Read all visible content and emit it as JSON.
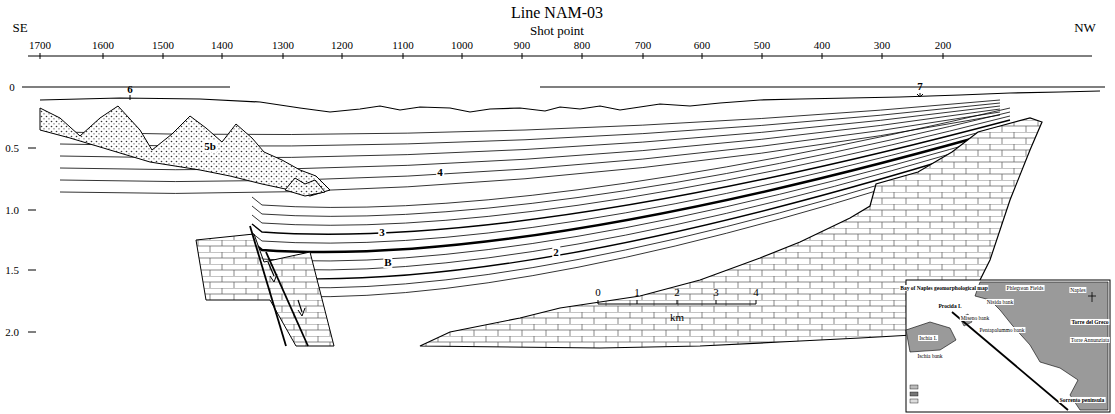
{
  "diagram": {
    "title": "Line NAM-03",
    "labels": [
      "SE",
      "Shot point",
      "NW",
      "1700",
      "1600",
      "1500",
      "1400",
      "1300",
      "1200",
      "1100",
      "1000",
      "900",
      "800",
      "700",
      "600",
      "500",
      "400",
      "300",
      "200",
      "0",
      "0.5",
      "1.0",
      "1.5",
      "2.0",
      "6",
      "7",
      "5b",
      "4",
      "3",
      "B",
      "2",
      "0",
      "1",
      "2",
      "3",
      "4",
      "km",
      "Bay of Naples geomorphological map",
      "Phlegrean Fields",
      "Naples",
      "Procida I.",
      "Nisida bank",
      "Miseno bank",
      "Pentapalummo bank",
      "Ischia I.",
      "Ischia bank",
      "Torre del Greco",
      "Torre Annunziata",
      "Sorrento peninsula"
    ]
  }
}
